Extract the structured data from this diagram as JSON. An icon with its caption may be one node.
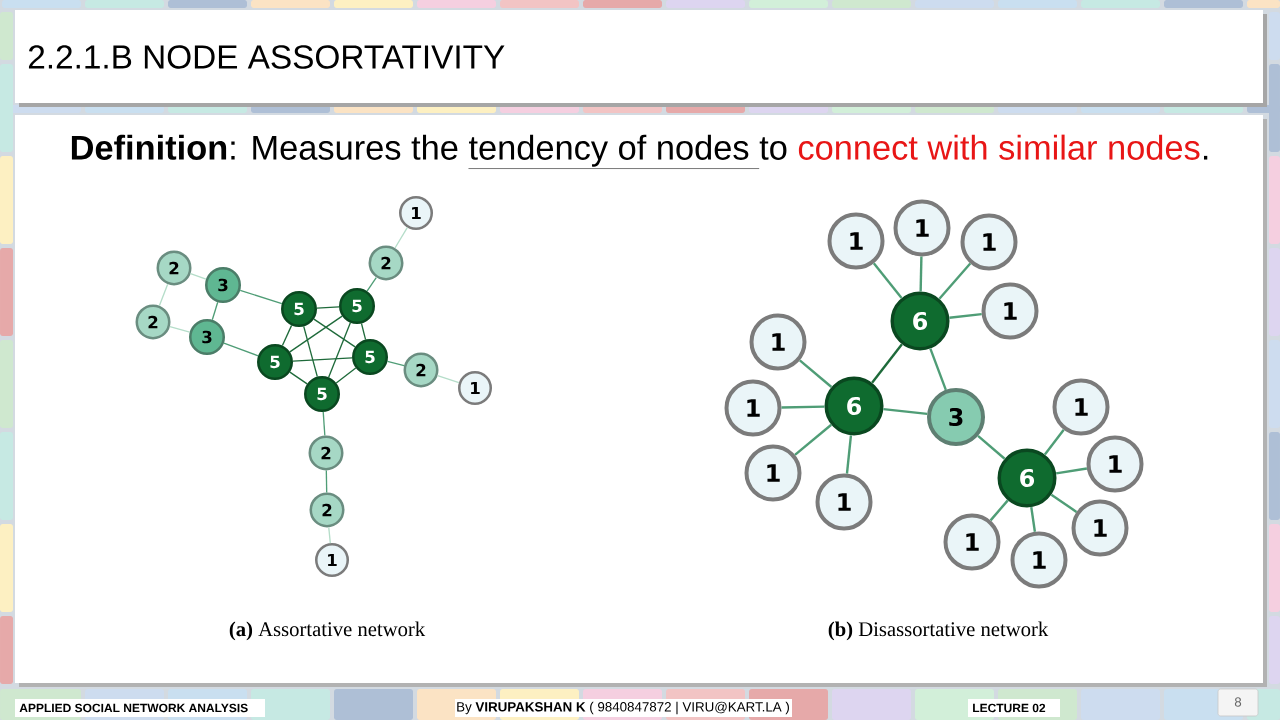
{
  "diagram": {
    "title": "2.2.1.B NODE ASSORTATIVITY",
    "nodes": [
      {
        "text": [
          "2"
        ]
      },
      {
        "text": [
          "3"
        ]
      },
      {
        "text": [
          "2"
        ]
      },
      {
        "text": [
          "3"
        ]
      },
      {
        "text": [
          "5"
        ]
      },
      {
        "text": [
          "5"
        ]
      },
      {
        "text": [
          "5"
        ]
      },
      {
        "text": [
          "5"
        ]
      },
      {
        "text": [
          "5"
        ]
      },
      {
        "text": [
          "1"
        ]
      },
      {
        "text": [
          "2"
        ]
      },
      {
        "text": [
          "2"
        ]
      },
      {
        "text": [
          "1"
        ]
      },
      {
        "text": [
          "2"
        ]
      },
      {
        "text": [
          "2"
        ]
      },
      {
        "text": [
          "1"
        ]
      },
      {
        "text": [
          "6"
        ]
      },
      {
        "text": [
          "6"
        ]
      },
      {
        "text": [
          "3"
        ]
      },
      {
        "text": [
          "6"
        ]
      },
      {
        "text": [
          "1"
        ]
      },
      {
        "text": [
          "1"
        ]
      },
      {
        "text": [
          "1"
        ]
      },
      {
        "text": [
          "1"
        ]
      },
      {
        "text": [
          "1"
        ]
      },
      {
        "text": [
          "1"
        ]
      },
      {
        "text": [
          "1"
        ]
      },
      {
        "text": [
          "1"
        ]
      },
      {
        "text": [
          "1"
        ]
      },
      {
        "text": [
          "1"
        ]
      },
      {
        "text": [
          "1"
        ]
      },
      {
        "text": [
          "1"
        ]
      },
      {
        "text": [
          "1"
        ]
      }
    ],
    "edges": [
      {
        "from": 0,
        "to": 1,
        "arrow": "none",
        "color": "#b5ddc9"
      },
      {
        "from": 0,
        "to": 2,
        "arrow": "none",
        "color": "#b5ddc9"
      },
      {
        "from": 2,
        "to": 3,
        "arrow": "none",
        "color": "#b5ddc9"
      },
      {
        "from": 1,
        "to": 3,
        "arrow": "none"
      },
      {
        "from": 1,
        "to": 4,
        "arrow": "none"
      },
      {
        "from": 3,
        "to": 6,
        "arrow": "none"
      },
      {
        "from": 4,
        "to": 5,
        "arrow": "none",
        "color": "#1e6a3a"
      },
      {
        "from": 4,
        "to": 6,
        "arrow": "none",
        "color": "#1e6a3a"
      },
      {
        "from": 4,
        "to": 7,
        "arrow": "none",
        "color": "#1e6a3a"
      },
      {
        "from": 4,
        "to": 8,
        "arrow": "none",
        "color": "#1e6a3a"
      },
      {
        "from": 5,
        "to": 6,
        "arrow": "none",
        "color": "#1e6a3a"
      },
      {
        "from": 5,
        "to": 7,
        "arrow": "none",
        "color": "#1e6a3a"
      },
      {
        "from": 5,
        "to": 8,
        "arrow": "none",
        "color": "#1e6a3a"
      },
      {
        "from": 6,
        "to": 7,
        "arrow": "none",
        "color": "#1e6a3a"
      },
      {
        "from": 6,
        "to": 8,
        "arrow": "none",
        "color": "#1e6a3a"
      },
      {
        "from": 7,
        "to": 8,
        "arrow": "none",
        "color": "#1e6a3a"
      },
      {
        "from": 5,
        "to": 10,
        "arrow": "none"
      },
      {
        "from": 10,
        "to": 9,
        "arrow": "none",
        "color": "#b5ddc9"
      },
      {
        "from": 7,
        "to": 11,
        "arrow": "none"
      },
      {
        "from": 11,
        "to": 12,
        "arrow": "none",
        "color": "#b5ddc9"
      },
      {
        "from": 8,
        "to": 13,
        "arrow": "none"
      },
      {
        "from": 13,
        "to": 14,
        "arrow": "none"
      },
      {
        "from": 14,
        "to": 15,
        "arrow": "none",
        "color": "#b5ddc9"
      },
      {
        "from": 16,
        "to": 17,
        "arrow": "none",
        "color": "#1e6a3a"
      },
      {
        "from": 16,
        "to": 18,
        "arrow": "none"
      },
      {
        "from": 17,
        "to": 18,
        "arrow": "none"
      },
      {
        "from": 18,
        "to": 19,
        "arrow": "none"
      },
      {
        "from": 16,
        "to": 20,
        "arrow": "none"
      },
      {
        "from": 16,
        "to": 21,
        "arrow": "none"
      },
      {
        "from": 16,
        "to": 22,
        "arrow": "none"
      },
      {
        "from": 16,
        "to": 23,
        "arrow": "none"
      },
      {
        "from": 17,
        "to": 24,
        "arrow": "none"
      },
      {
        "from": 17,
        "to": 25,
        "arrow": "none"
      },
      {
        "from": 17,
        "to": 26,
        "arrow": "none"
      },
      {
        "from": 17,
        "to": 27,
        "arrow": "none"
      },
      {
        "from": 19,
        "to": 28,
        "arrow": "none"
      },
      {
        "from": 19,
        "to": 29,
        "arrow": "none"
      },
      {
        "from": 19,
        "to": 30,
        "arrow": "none"
      },
      {
        "from": 19,
        "to": 31,
        "arrow": "none"
      },
      {
        "from": 19,
        "to": 32,
        "arrow": "none"
      }
    ],
    "labels": [
      "**Definition**: Measures the",
      "tendency of nodes",
      "to",
      "connect with similar nodes",
      ".",
      "**(a)** Assortative network",
      "**(b)** Disassortative network",
      "APPLIED SOCIAL NETWORK ANALYSIS",
      "By **VIRUPAKSHAN K** ( 9840847872 | VIRU@KART.LA )",
      "LECTURE 02",
      "8"
    ]
  }
}
